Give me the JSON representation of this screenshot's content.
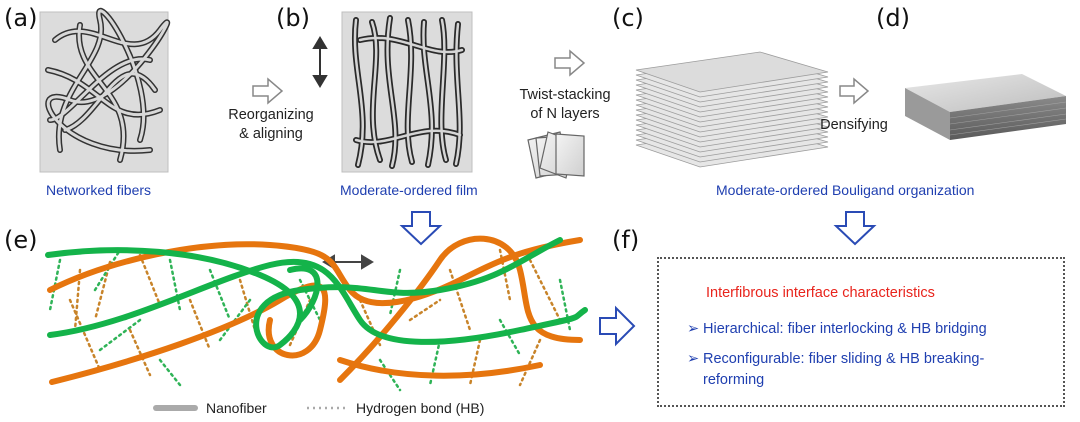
{
  "panels": {
    "a": "(a)",
    "b": "(b)",
    "c": "(c)",
    "d": "(d)",
    "e": "(e)",
    "f": "(f)"
  },
  "captions": {
    "networked": "Networked fibers",
    "moderate_film": "Moderate-ordered film",
    "bouligand": "Moderate-ordered Bouligand organization"
  },
  "steps": {
    "reorganizing_line1": "Reorganizing",
    "reorganizing_line2": "& aligning",
    "twist_line1": "Twist-stacking",
    "twist_line2": "of N layers",
    "densifying": "Densifying"
  },
  "legend": {
    "nanofiber": "Nanofiber",
    "hydrogen_bond": "Hydrogen bond (HB)"
  },
  "characteristics": {
    "title": "Interfibrous interface characteristics",
    "items": [
      {
        "bullet": "➢",
        "line1": "Hierarchical: fiber interlocking & HB bridging",
        "line2": ""
      },
      {
        "bullet": "➢",
        "line1": "Reconfigurable: fiber sliding & HB breaking-",
        "line2": "reforming"
      }
    ]
  },
  "colors": {
    "green": "#14b34a",
    "orange": "#e6750e",
    "blue_text": "#1f3fb0",
    "red_text": "#e8241c",
    "arrow_blue": "#2a4bb5"
  }
}
